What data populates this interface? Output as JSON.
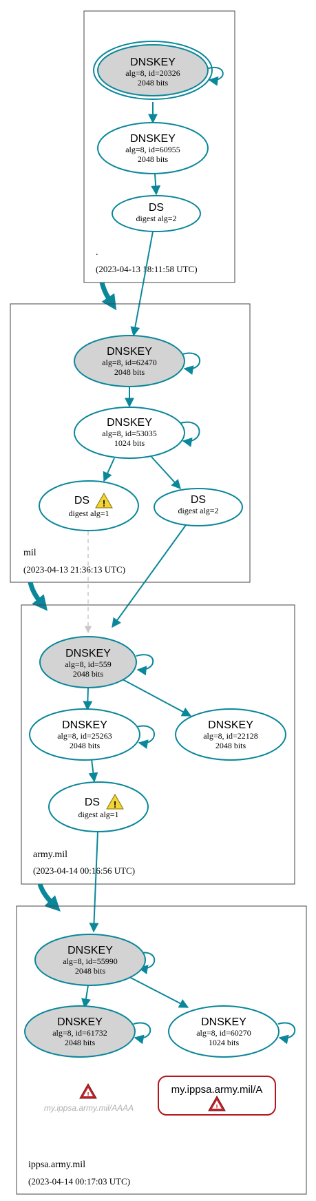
{
  "colors": {
    "edge": "#0a879a",
    "node_fill_ksk": "#d3d3d3",
    "node_fill_plain": "#ffffff",
    "warning_fill": "#f2d338",
    "error_fill": "#c0242a",
    "error_border": "#b3161c",
    "muted_text": "#b0b0b0"
  },
  "zones": [
    {
      "name": ".",
      "timestamp": "(2023-04-13 18:11:58 UTC)",
      "nodes": [
        {
          "title": "DNSKEY",
          "line1": "alg=8, id=20326",
          "line2": "2048 bits"
        },
        {
          "title": "DNSKEY",
          "line1": "alg=8, id=60955",
          "line2": "2048 bits"
        },
        {
          "title": "DS",
          "line1": "digest alg=2"
        }
      ]
    },
    {
      "name": "mil",
      "timestamp": "(2023-04-13 21:36:13 UTC)",
      "nodes": [
        {
          "title": "DNSKEY",
          "line1": "alg=8, id=62470",
          "line2": "2048 bits"
        },
        {
          "title": "DNSKEY",
          "line1": "alg=8, id=53035",
          "line2": "1024 bits"
        },
        {
          "title": "DS",
          "line1": "digest alg=1",
          "icon": "warning-icon"
        },
        {
          "title": "DS",
          "line1": "digest alg=2"
        }
      ]
    },
    {
      "name": "army.mil",
      "timestamp": "(2023-04-14 00:16:56 UTC)",
      "nodes": [
        {
          "title": "DNSKEY",
          "line1": "alg=8, id=559",
          "line2": "2048 bits"
        },
        {
          "title": "DNSKEY",
          "line1": "alg=8, id=25263",
          "line2": "2048 bits"
        },
        {
          "title": "DNSKEY",
          "line1": "alg=8, id=22128",
          "line2": "2048 bits"
        },
        {
          "title": "DS",
          "line1": "digest alg=1",
          "icon": "warning-icon"
        }
      ]
    },
    {
      "name": "ippsa.army.mil",
      "timestamp": "(2023-04-14 00:17:03 UTC)",
      "nodes": [
        {
          "title": "DNSKEY",
          "line1": "alg=8, id=55990",
          "line2": "2048 bits"
        },
        {
          "title": "DNSKEY",
          "line1": "alg=8, id=61732",
          "line2": "2048 bits"
        },
        {
          "title": "DNSKEY",
          "line1": "alg=8, id=60270",
          "line2": "1024 bits"
        }
      ],
      "records": [
        {
          "label": "my.ippsa.army.mil/AAAA",
          "icon": "error-icon",
          "style": "muted"
        },
        {
          "label": "my.ippsa.army.mil/A",
          "icon": "error-icon",
          "style": "boxed"
        }
      ]
    }
  ]
}
